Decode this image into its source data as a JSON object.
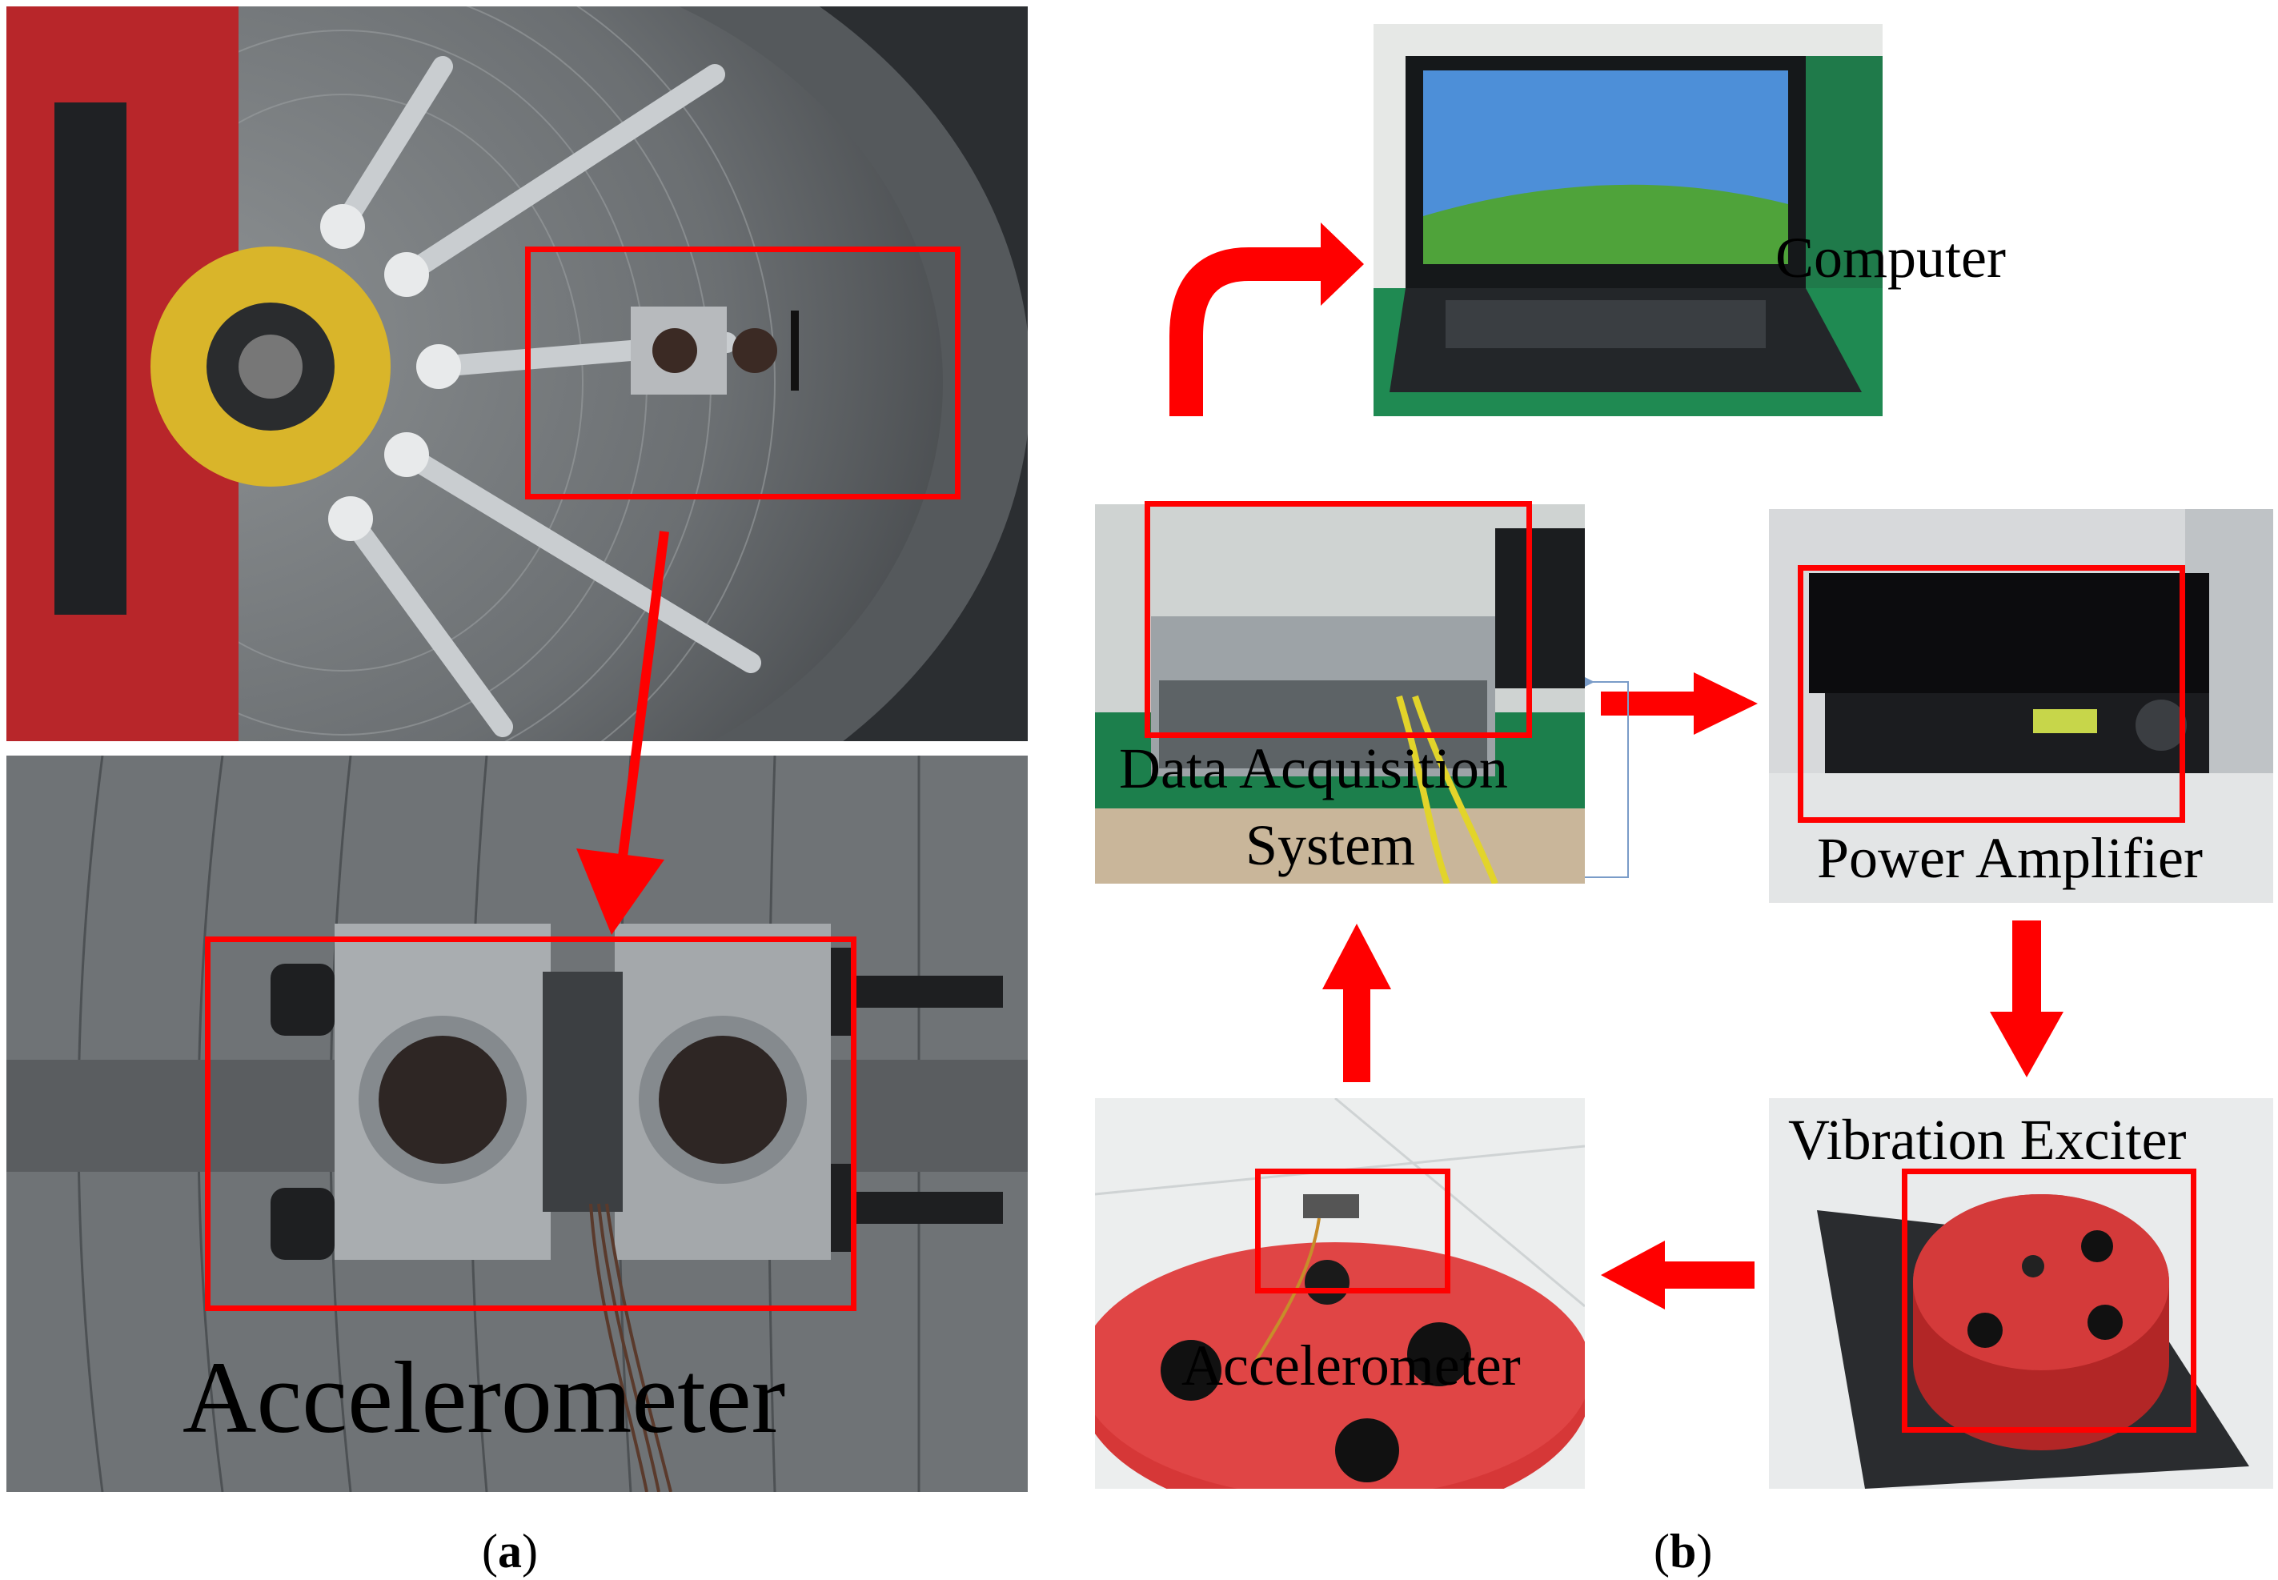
{
  "panel_a": {
    "label_accelerometer": "Accelerometer",
    "caption": {
      "open": "(",
      "letter": "a",
      "close": ")"
    }
  },
  "panel_b": {
    "label_computer": "Computer",
    "label_daq_line1": "Data Acquisition",
    "label_daq_line2": "System",
    "label_power_amplifier": "Power Amplifier",
    "label_vibration_exciter": "Vibration Exciter",
    "label_accelerometer": "Accelerometer",
    "caption": {
      "open": "(",
      "letter": "b",
      "close": ")"
    }
  },
  "colors": {
    "highlight": "#ff0000",
    "arrow": "#ff0000"
  }
}
